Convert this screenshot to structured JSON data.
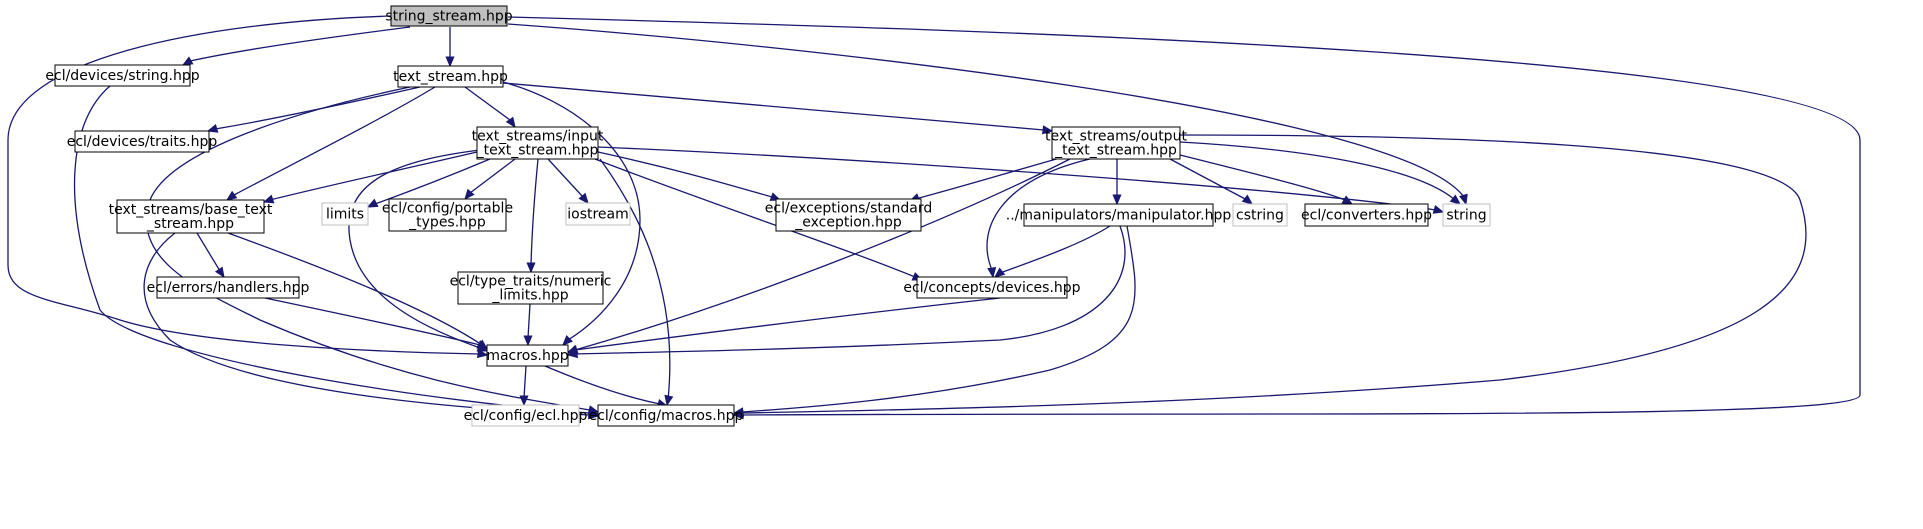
{
  "colors": {
    "edge": "#191970",
    "node_border": "#000000",
    "external_border": "#bfbfbf",
    "root_fill": "#bfbfbf",
    "node_fill": "#ffffff"
  },
  "nodes": {
    "string_stream": {
      "lines": [
        "string_stream.hpp"
      ],
      "kind": "root"
    },
    "devices_string": {
      "lines": [
        "ecl/devices/string.hpp"
      ],
      "kind": "normal"
    },
    "text_stream": {
      "lines": [
        "text_stream.hpp"
      ],
      "kind": "normal"
    },
    "devices_traits": {
      "lines": [
        "ecl/devices/traits.hpp"
      ],
      "kind": "normal"
    },
    "input_text_stream": {
      "lines": [
        "text_streams/input",
        "_text_stream.hpp"
      ],
      "kind": "normal"
    },
    "output_text_stream": {
      "lines": [
        "text_streams/output",
        "_text_stream.hpp"
      ],
      "kind": "normal"
    },
    "base_text_stream": {
      "lines": [
        "text_streams/base_text",
        "_stream.hpp"
      ],
      "kind": "normal"
    },
    "limits": {
      "lines": [
        "limits"
      ],
      "kind": "external"
    },
    "portable_types": {
      "lines": [
        "ecl/config/portable",
        "_types.hpp"
      ],
      "kind": "normal"
    },
    "iostream": {
      "lines": [
        "iostream"
      ],
      "kind": "external"
    },
    "standard_exception": {
      "lines": [
        "ecl/exceptions/standard",
        "_exception.hpp"
      ],
      "kind": "normal"
    },
    "manipulator": {
      "lines": [
        "../manipulators/manipulator.hpp"
      ],
      "kind": "normal"
    },
    "cstring": {
      "lines": [
        "cstring"
      ],
      "kind": "external"
    },
    "converters": {
      "lines": [
        "ecl/converters.hpp"
      ],
      "kind": "normal"
    },
    "string": {
      "lines": [
        "string"
      ],
      "kind": "external"
    },
    "handlers": {
      "lines": [
        "ecl/errors/handlers.hpp"
      ],
      "kind": "normal"
    },
    "numeric_limits": {
      "lines": [
        "ecl/type_traits/numeric",
        "_limits.hpp"
      ],
      "kind": "normal"
    },
    "concepts_devices": {
      "lines": [
        "ecl/concepts/devices.hpp"
      ],
      "kind": "normal"
    },
    "macros": {
      "lines": [
        "macros.hpp"
      ],
      "kind": "normal"
    },
    "config_ecl": {
      "lines": [
        "ecl/config/ecl.hpp"
      ],
      "kind": "external"
    },
    "config_macros": {
      "lines": [
        "ecl/config/macros.hpp"
      ],
      "kind": "normal"
    }
  }
}
